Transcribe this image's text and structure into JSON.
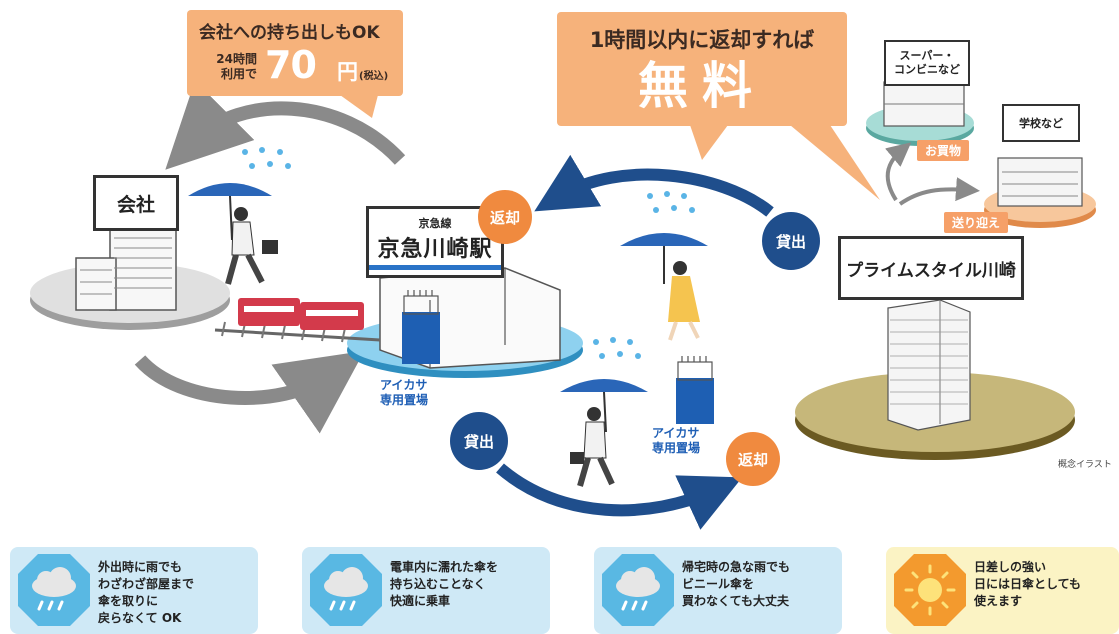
{
  "callout_left": {
    "line1": "会社への持ち出しもOK",
    "hours": "24時間",
    "usage": "利用で",
    "price": "70",
    "unit": "円",
    "tax": "(税込)"
  },
  "callout_center": {
    "line1": "1時間以内に返却すれば",
    "line2": "無料"
  },
  "signs": {
    "company": "会社",
    "station_line": "京急線",
    "station_name": "京急川崎駅",
    "prime": "プライムスタイル川崎",
    "super_line1": "スーパー・",
    "super_line2": "コンビニなど",
    "school": "学校など"
  },
  "actions": {
    "return_top": "返却",
    "lend_right": "貸出",
    "lend_bottom": "貸出",
    "return_bottom": "返却"
  },
  "tags": {
    "shopping": "お買物",
    "pickup": "送り迎え"
  },
  "spots": {
    "station_line1": "アイカサ",
    "station_line2": "専用置場",
    "center_line1": "アイカサ",
    "center_line2": "専用置場"
  },
  "caption": "概念イラスト",
  "cards": [
    {
      "lines": [
        "外出時に雨でも",
        "わざわざ部屋まで",
        "傘を取りに",
        "戻らなくて OK"
      ],
      "icon": "rain-cloud-icon"
    },
    {
      "lines": [
        "電車内に濡れた傘を",
        "持ち込むことなく",
        "快適に乗車"
      ],
      "icon": "rain-cloud-icon"
    },
    {
      "lines": [
        "帰宅時の急な雨でも",
        "ビニール傘を",
        "買わなくても大丈夫"
      ],
      "icon": "rain-cloud-icon"
    },
    {
      "lines": [
        "日差しの強い",
        "日には日傘としても",
        "使えます"
      ],
      "icon": "sun-icon"
    }
  ],
  "colors": {
    "orange_callout": "#f6b27b",
    "orange_circle": "#f08a3f",
    "blue_circle": "#1f4e8c",
    "umbrella_blue": "#2a66b8",
    "card_blue": "#cfe9f6",
    "card_yellow": "#fbf3c4"
  }
}
